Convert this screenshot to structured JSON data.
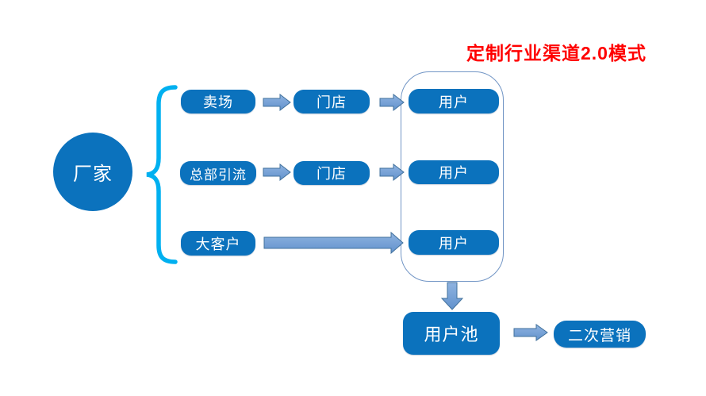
{
  "page": {
    "title": "定制行业渠道2.0模式",
    "background": "#ffffff",
    "title_color": "#ff0000"
  },
  "diagram": {
    "factory": "厂家",
    "rows": [
      {
        "channel": "卖场",
        "store": "门店",
        "user": "用户"
      },
      {
        "channel": "总部引流",
        "store": "门店",
        "user": "用户"
      },
      {
        "channel": "大客户",
        "user": "用户"
      }
    ],
    "pool": "用户池",
    "secondary": "二次营销",
    "colors": {
      "node_fill": "#0b72bd",
      "node_text": "#ffffff",
      "brace": "#00b0f0",
      "arrow_fill_top": "#8fb3e0",
      "arrow_fill_bottom": "#6292cd",
      "arrow_stroke": "#41719c",
      "container_border": "#7195c5"
    }
  }
}
